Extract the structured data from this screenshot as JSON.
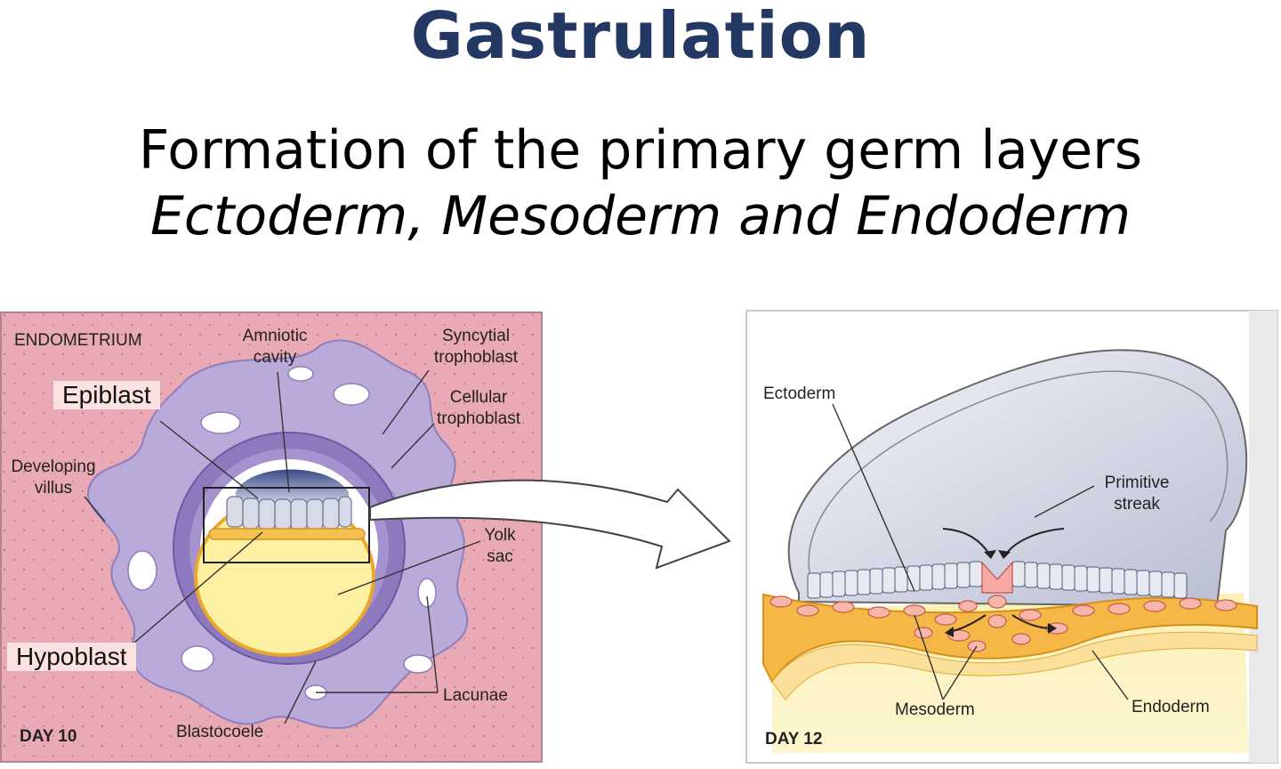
{
  "title": "Gastrulation",
  "subtitle": {
    "line1": "Formation of the primary germ layers",
    "line2": "Ectoderm, Mesoderm and Endoderm"
  },
  "left_panel": {
    "day": "DAY 10",
    "labels": {
      "endometrium": "ENDOMETRIUM",
      "amniotic": "Amniotic\ncavity",
      "syncytial": "Syncytial\ntrophoblast",
      "cellular": "Cellular\ntrophoblast",
      "epiblast": "Epiblast",
      "developing_villus": "Developing\nvillus",
      "yolk_sac": "Yolk\nsac",
      "hypoblast": "Hypoblast",
      "lacunae": "Lacunae",
      "blastocoele": "Blastocoele"
    }
  },
  "right_panel": {
    "day": "DAY 12",
    "labels": {
      "ectoderm": "Ectoderm",
      "primitive_streak": "Primitive\nstreak",
      "mesoderm": "Mesoderm",
      "endoderm": "Endoderm"
    }
  },
  "colors": {
    "title": "#233862",
    "endometrium": "#e7a7b3",
    "trophoblast": "#b4a6d8",
    "yolk": "#fdf0a0"
  }
}
